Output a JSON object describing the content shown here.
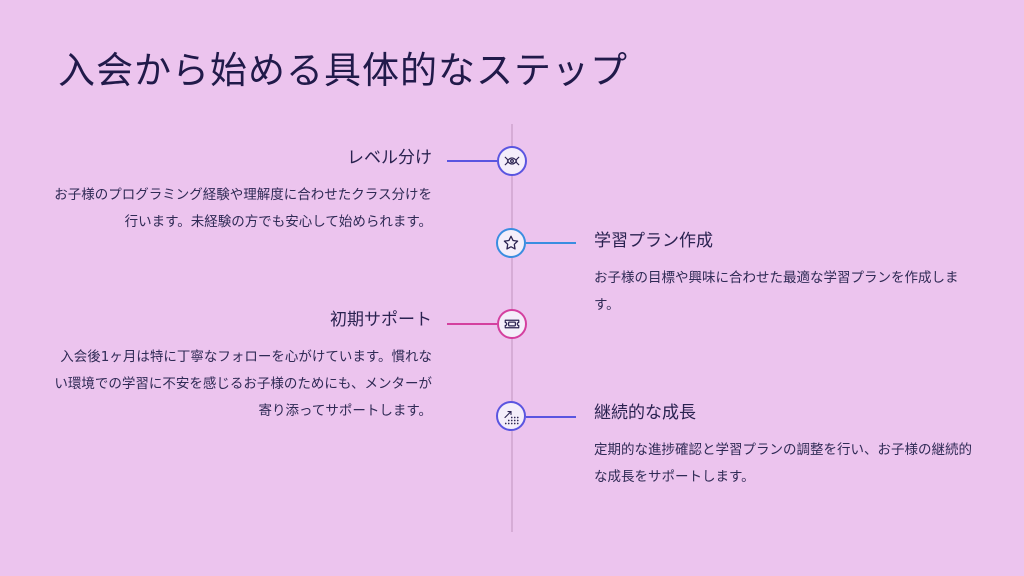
{
  "page": {
    "title": "入会から始める具体的なステップ"
  },
  "colors": {
    "background": "#ecc4ee",
    "axis": "#d6acd6",
    "step1_accent": "#5a55e0",
    "step2_accent": "#3a8de0",
    "step3_accent": "#d4409f",
    "step4_accent": "#5a55e0"
  },
  "steps": [
    {
      "title": "レベル分け",
      "description": "お子様のプログラミング経験や理解度に合わせたクラス分けを行います。未経験の方でも安心して始められます。",
      "icon": "scan-eye-icon",
      "side": "left"
    },
    {
      "title": "学習プラン作成",
      "description": "お子様の目標や興味に合わせた最適な学習プランを作成します。",
      "icon": "star-icon",
      "side": "right"
    },
    {
      "title": "初期サポート",
      "description": "入会後1ヶ月は特に丁寧なフォローを心がけています。慣れない環境での学習に不安を感じるお子様のためにも、メンターが寄り添ってサポートします。",
      "icon": "ticket-icon",
      "side": "left"
    },
    {
      "title": "継続的な成長",
      "description": "定期的な進捗確認と学習プランの調整を行い、お子様の継続的な成長をサポートします。",
      "icon": "growth-dots-icon",
      "side": "right"
    }
  ]
}
